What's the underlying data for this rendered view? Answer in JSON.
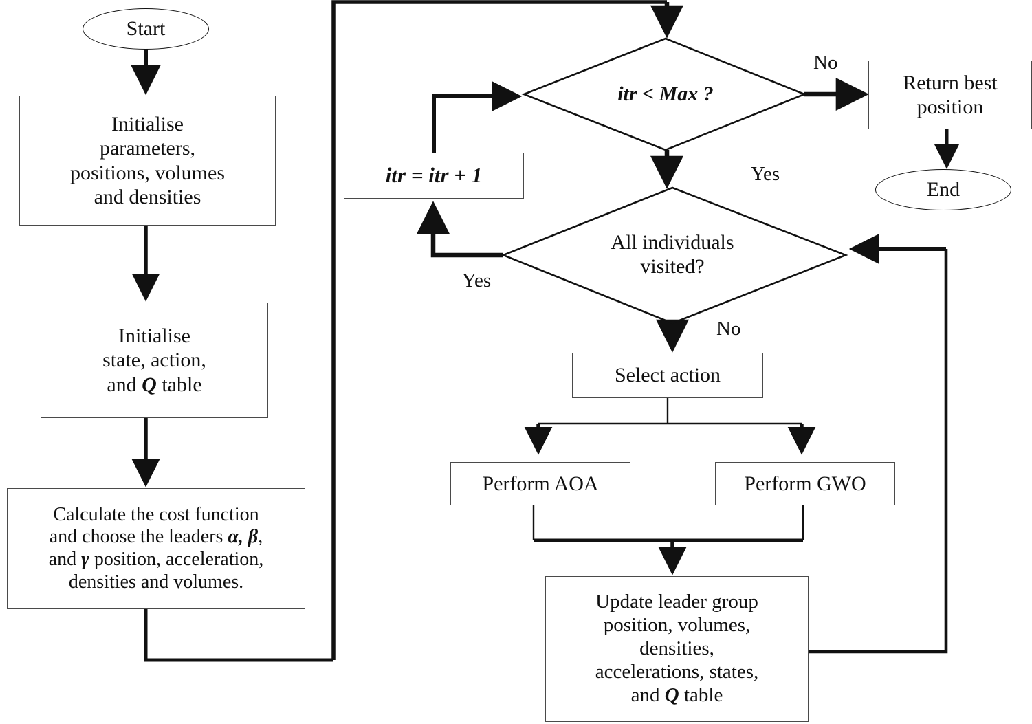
{
  "diagram": {
    "title": "AOA-GWO Q-learning hybrid optimisation flowchart",
    "background": "#ffffff",
    "line_color": "#111111",
    "box_border_color": "#4a4a4a"
  },
  "nodes": {
    "start": {
      "label": "Start",
      "shape": "ellipse"
    },
    "init_params": {
      "label": "Initialise\nparameters,\npositions, volumes\nand densities",
      "shape": "process"
    },
    "init_state": {
      "line1": "Initialise",
      "line2": "state, action,",
      "line3_pre": "and ",
      "line3_sym": "Q",
      "line3_post": " table",
      "shape": "process"
    },
    "calc_cost": {
      "line1": "Calculate the cost function",
      "line2_pre": "and choose the leaders ",
      "line2_sym": "α, β",
      "line2_post": ",",
      "line3_pre": "and ",
      "line3_sym": "γ",
      "line3_post": " position, acceleration,",
      "line4": "densities and volumes.",
      "shape": "process"
    },
    "itr_check": {
      "label": "itr < Max ?",
      "shape": "decision"
    },
    "itr_inc": {
      "label": "itr = itr + 1",
      "shape": "process-math"
    },
    "return_best": {
      "label": "Return best\nposition",
      "shape": "process"
    },
    "end": {
      "label": "End",
      "shape": "ellipse"
    },
    "all_visited": {
      "label": "All individuals\nvisited?",
      "shape": "decision"
    },
    "select_action": {
      "label": "Select action",
      "shape": "process"
    },
    "perform_aoa": {
      "label": "Perform AOA",
      "shape": "process"
    },
    "perform_gwo": {
      "label": "Perform GWO",
      "shape": "process"
    },
    "update_leader": {
      "line1": "Update leader group",
      "line2": "position, volumes,",
      "line3": "densities,",
      "line4": "accelerations, states,",
      "line5_pre": "and ",
      "line5_sym": "Q",
      "line5_post": " table",
      "shape": "process"
    }
  },
  "edge_labels": {
    "itr_no": "No",
    "itr_yes": "Yes",
    "visited_yes": "Yes",
    "visited_no": "No"
  }
}
